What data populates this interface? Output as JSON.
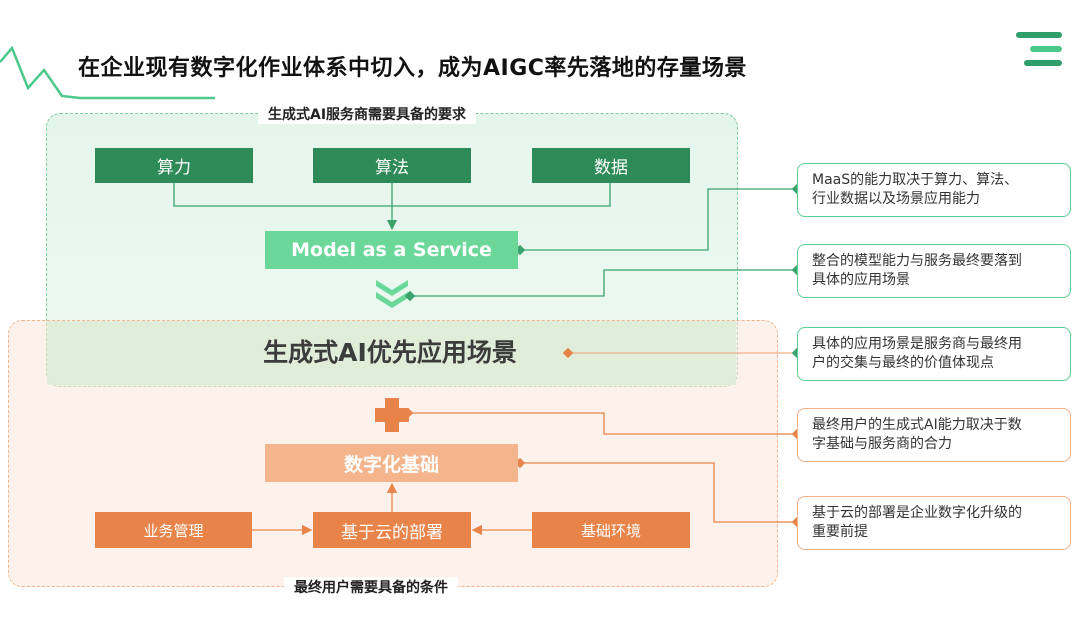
{
  "title": "在企业现有数字化作业体系中切入，成为AIGC率先落地的存量场景",
  "ai_region_label": "生成式AI服务商需要具备的要求",
  "user_region_label": "最终用户需要具备的条件",
  "ai_inputs": [
    "算力",
    "算法",
    "数据"
  ],
  "maas": "Model as a Service",
  "scene": "生成式AI优先应用场景",
  "digital": "数字化基础",
  "user_inputs": {
    "left": "业务管理",
    "center": "基于云的部署",
    "right": "基础环境"
  },
  "callouts": [
    {
      "line1": "MaaS的能力取决于算力、算法、",
      "line2": "行业数据以及场景应用能力"
    },
    {
      "line1": "整合的模型能力与服务最终要落到",
      "line2": "具体的应用场景"
    },
    {
      "line1": "具体的应用场景是服务商与最终用",
      "line2": "户的交集与最终的价值体现点"
    },
    {
      "line1": "最终用户的生成式AI能力取决于数",
      "line2": "字基础与服务商的合力"
    },
    {
      "line1": "基于云的部署是企业数字化升级的",
      "line2": "重要前提"
    }
  ],
  "colors": {
    "green": "#2e8b57",
    "light_green": "#6bd89a",
    "orange": "#e8844a",
    "light_orange": "#f4b48c"
  }
}
